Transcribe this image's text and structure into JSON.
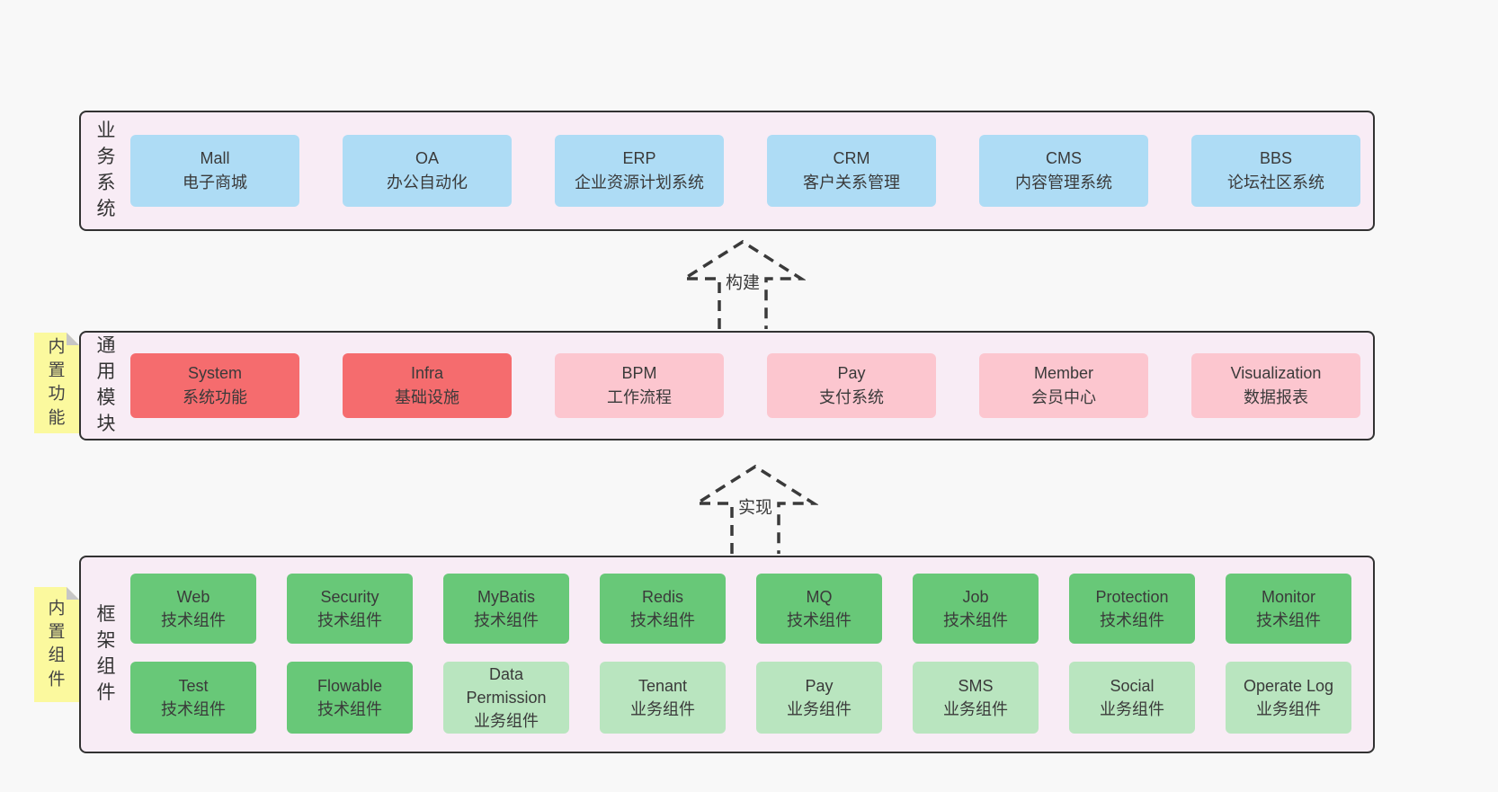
{
  "colors": {
    "page_bg": "#f8f8f8",
    "band_bg": "#f8ecf5",
    "band_border": "#323232",
    "blue_box": "#aedcf5",
    "red_box": "#f56c6e",
    "pink_box": "#fcc6cf",
    "green_box": "#68c878",
    "lightgreen_box": "#b9e5bf",
    "sticky_bg": "#fbf99e"
  },
  "arrows": {
    "build": "构建",
    "implement": "实现"
  },
  "business": {
    "label": "业务系统",
    "boxes": [
      {
        "title": "Mall",
        "subtitle": "电子商城",
        "variant": "blue"
      },
      {
        "title": "OA",
        "subtitle": "办公自动化",
        "variant": "blue"
      },
      {
        "title": "ERP",
        "subtitle": "企业资源计划系统",
        "variant": "blue"
      },
      {
        "title": "CRM",
        "subtitle": "客户关系管理",
        "variant": "blue"
      },
      {
        "title": "CMS",
        "subtitle": "内容管理系统",
        "variant": "blue"
      },
      {
        "title": "BBS",
        "subtitle": "论坛社区系统",
        "variant": "blue"
      }
    ]
  },
  "modules": {
    "label": "通用模块",
    "sticky": "内置功能",
    "boxes": [
      {
        "title": "System",
        "subtitle": "系统功能",
        "variant": "red"
      },
      {
        "title": "Infra",
        "subtitle": "基础设施",
        "variant": "red"
      },
      {
        "title": "BPM",
        "subtitle": "工作流程",
        "variant": "pink"
      },
      {
        "title": "Pay",
        "subtitle": "支付系统",
        "variant": "pink"
      },
      {
        "title": "Member",
        "subtitle": "会员中心",
        "variant": "pink"
      },
      {
        "title": "Visualization",
        "subtitle": "数据报表",
        "variant": "pink"
      }
    ]
  },
  "components": {
    "label": "框架组件",
    "sticky": "内置组件",
    "row1": [
      {
        "title": "Web",
        "subtitle": "技术组件",
        "variant": "green"
      },
      {
        "title": "Security",
        "subtitle": "技术组件",
        "variant": "green"
      },
      {
        "title": "MyBatis",
        "subtitle": "技术组件",
        "variant": "green"
      },
      {
        "title": "Redis",
        "subtitle": "技术组件",
        "variant": "green"
      },
      {
        "title": "MQ",
        "subtitle": "技术组件",
        "variant": "green"
      },
      {
        "title": "Job",
        "subtitle": "技术组件",
        "variant": "green"
      },
      {
        "title": "Protection",
        "subtitle": "技术组件",
        "variant": "green"
      },
      {
        "title": "Monitor",
        "subtitle": "技术组件",
        "variant": "green"
      }
    ],
    "row2": [
      {
        "title": "Test",
        "subtitle": "技术组件",
        "variant": "green"
      },
      {
        "title": "Flowable",
        "subtitle": "技术组件",
        "variant": "green"
      },
      {
        "title": "Data Permission",
        "subtitle": "业务组件",
        "variant": "lightgreen"
      },
      {
        "title": "Tenant",
        "subtitle": "业务组件",
        "variant": "lightgreen"
      },
      {
        "title": "Pay",
        "subtitle": "业务组件",
        "variant": "lightgreen"
      },
      {
        "title": "SMS",
        "subtitle": "业务组件",
        "variant": "lightgreen"
      },
      {
        "title": "Social",
        "subtitle": "业务组件",
        "variant": "lightgreen"
      },
      {
        "title": "Operate Log",
        "subtitle": "业务组件",
        "variant": "lightgreen"
      }
    ]
  }
}
